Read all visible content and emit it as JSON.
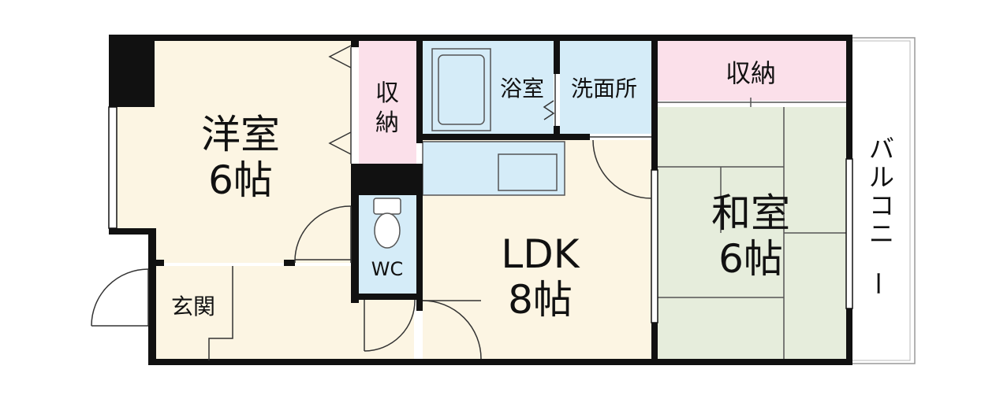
{
  "rooms": {
    "western": {
      "name": "洋室",
      "size": "6帖"
    },
    "japanese": {
      "name": "和室",
      "size": "6帖"
    },
    "ldk": {
      "name": "LDK",
      "size": "8帖"
    },
    "storage_left": {
      "line1": "収",
      "line2": "納"
    },
    "storage_right": "収納",
    "bath": "浴室",
    "washroom": "洗面所",
    "wc": "WC",
    "entrance": "玄関",
    "balcony": "バルコニー"
  },
  "colors": {
    "wall": "#111111",
    "western_floor": "#fcf5e3",
    "ldk_floor": "#fcf5e3",
    "storage": "#fbe0ea",
    "wet_area": "#d5ecf8",
    "tatami": "#e6eddc",
    "tatami_line": "#555555"
  }
}
